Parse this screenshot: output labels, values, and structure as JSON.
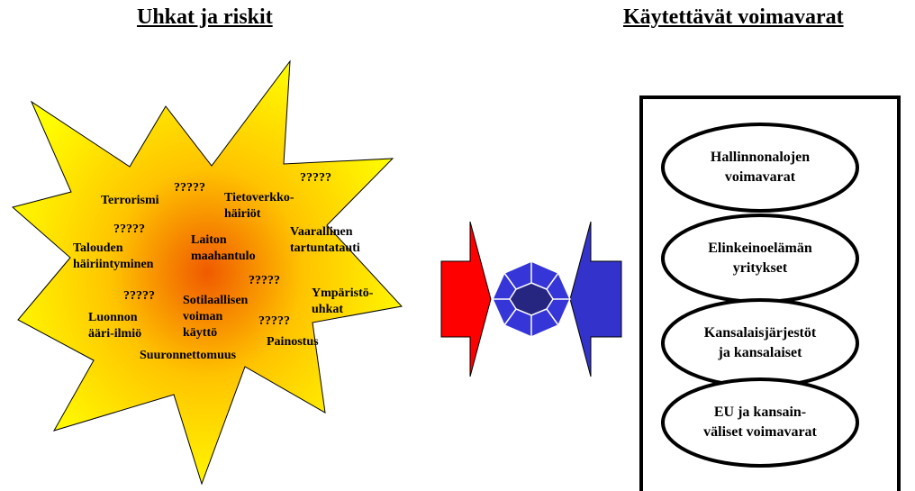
{
  "headings": {
    "left": "Uhkat ja riskit",
    "right": "Käytettävät voimavarat"
  },
  "colors": {
    "burst_outer": "#ffff00",
    "burst_mid": "#ffc400",
    "burst_center": "#f05a00",
    "arrow_left": "#ff0000",
    "arrow_right": "#3333cc",
    "gem_outer": "#3535d8",
    "gem_inner": "#262680"
  },
  "threats": {
    "terrorism": "Terrorismi",
    "q1": "?????",
    "cyber": "Tietoverkko-\nhäiriöt",
    "q2": "?????",
    "q3": "?????",
    "economy": "Talouden\nhäiriintyminen",
    "immigration": "Laiton\nmaahantulo",
    "disease": "Vaarallinen\ntartuntatauti",
    "q4": "?????",
    "environment": "Ympäristö-\nuhkat",
    "q5": "?????",
    "military": "Sotilaallisen\nvoiman\nkäyttö",
    "nature": "Luonnon\nääri-ilmiö",
    "q6": "?????",
    "pressure": "Painostus",
    "disaster": "Suuronnettomuus"
  },
  "resources": [
    {
      "label": "Hallinnonalojen\nvoimavarat"
    },
    {
      "label": "Elinkeinoelämän\nyritykset"
    },
    {
      "label": "Kansalaisjärjestöt\nja kansalaiset"
    },
    {
      "label": "EU ja kansain-\nväliset voimavarat"
    }
  ]
}
